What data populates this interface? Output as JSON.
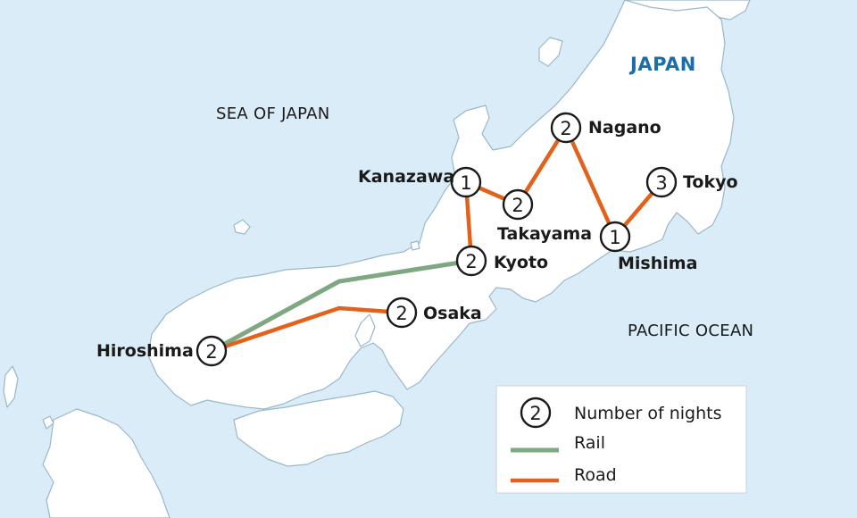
{
  "map": {
    "country_label": "JAPAN",
    "sea_labels": {
      "sea_of_japan": "SEA OF JAPAN",
      "pacific_ocean": "PACIFIC OCEAN"
    },
    "colors": {
      "water": "#d9ecf7",
      "land": "#ffffff",
      "rail": "#7fa882",
      "road": "#e2621b",
      "country_label": "#1b6eaa"
    },
    "cities": [
      {
        "id": "tokyo",
        "name": "Tokyo",
        "nights": "3"
      },
      {
        "id": "nagano",
        "name": "Nagano",
        "nights": "2"
      },
      {
        "id": "kanazawa",
        "name": "Kanazawa",
        "nights": "1"
      },
      {
        "id": "takayama",
        "name": "Takayama",
        "nights": "2"
      },
      {
        "id": "mishima",
        "name": "Mishima",
        "nights": "1"
      },
      {
        "id": "kyoto",
        "name": "Kyoto",
        "nights": "2"
      },
      {
        "id": "osaka",
        "name": "Osaka",
        "nights": "2"
      },
      {
        "id": "hiroshima",
        "name": "Hiroshima",
        "nights": "2"
      }
    ],
    "routes": [
      {
        "from": "tokyo",
        "to": "mishima",
        "mode": "road"
      },
      {
        "from": "mishima",
        "to": "nagano",
        "mode": "road"
      },
      {
        "from": "nagano",
        "to": "takayama",
        "mode": "road"
      },
      {
        "from": "takayama",
        "to": "kanazawa",
        "mode": "road"
      },
      {
        "from": "kanazawa",
        "to": "kyoto",
        "mode": "road"
      },
      {
        "from": "kyoto",
        "to": "hiroshima",
        "mode": "rail"
      },
      {
        "from": "hiroshima",
        "to": "osaka",
        "mode": "road"
      }
    ]
  },
  "legend": {
    "marker_example": "2",
    "nights_label": "Number of nights",
    "rail_label": "Rail",
    "road_label": "Road"
  }
}
